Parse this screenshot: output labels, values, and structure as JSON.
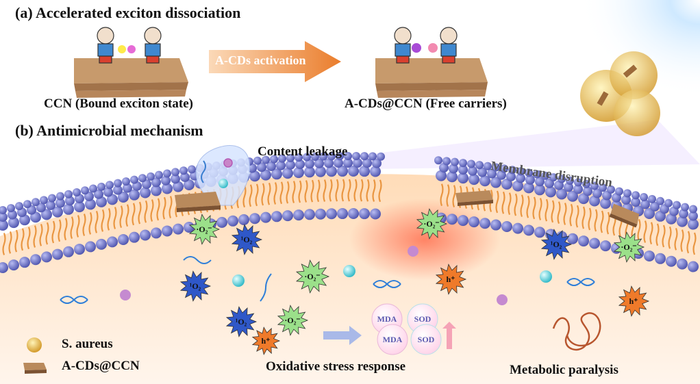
{
  "panel_a": {
    "heading": "(a) Accelerated exciton dissociation",
    "activation_label": "A-CDs activation",
    "left_caption": "CCN (Bound exciton state)",
    "right_caption": "A-CDs@CCN (Free carriers)"
  },
  "panel_b": {
    "heading": "(b) Antimicrobial mechanism",
    "content_leakage": "Content leakage",
    "membrane_disruption": "Membrane disruption",
    "oxidative_stress": "Oxidative stress response",
    "metabolic_paralysis": "Metabolic paralysis",
    "biomarkers": [
      "MDA",
      "SOD",
      "MDA",
      "SOD"
    ]
  },
  "legend": {
    "s_aureus": "S. aureus",
    "a_cds_ccn": "A-CDs@CCN"
  },
  "species": {
    "superoxide": "·O₂⁻",
    "singlet_oxygen": "¹O₂",
    "hole": "h⁺"
  },
  "colors": {
    "membrane_head": "#6a70c8",
    "lipid_tail": "#e8923a",
    "arrow": "#ec8a3a",
    "superoxide_star": "#9be08a",
    "singlet_star": "#2f58c8",
    "hole_star": "#ef7a2a"
  }
}
